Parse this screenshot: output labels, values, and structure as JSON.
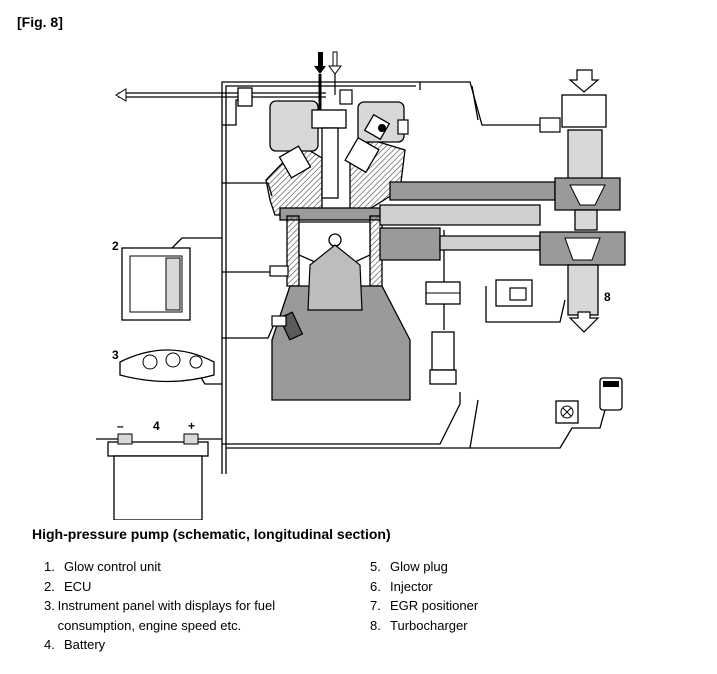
{
  "figure_label": "[Fig. 8]",
  "caption": "High-pressure pump (schematic, longitudinal section)",
  "callouts": {
    "ecu": "2",
    "instrument_panel": "3",
    "battery": "4",
    "battery_minus": "–",
    "battery_plus": "+",
    "turbocharger": "8"
  },
  "legend_left": [
    {
      "num": "1.",
      "text": "Glow control unit"
    },
    {
      "num": "2.",
      "text": "ECU"
    },
    {
      "num": "3.",
      "text": "Instrument panel with displays for fuel consumption, engine speed etc."
    },
    {
      "num": "4.",
      "text": "Battery"
    }
  ],
  "legend_right": [
    {
      "num": "5.",
      "text": "Glow plug"
    },
    {
      "num": "6.",
      "text": "Injector"
    },
    {
      "num": "7.",
      "text": "EGR positioner"
    },
    {
      "num": "8.",
      "text": "Turbocharger"
    }
  ],
  "colors": {
    "line": "#000000",
    "fill_gray": "#9a9a9a",
    "fill_dark": "#5a5a5a",
    "fill_light": "#d8d8d8"
  }
}
